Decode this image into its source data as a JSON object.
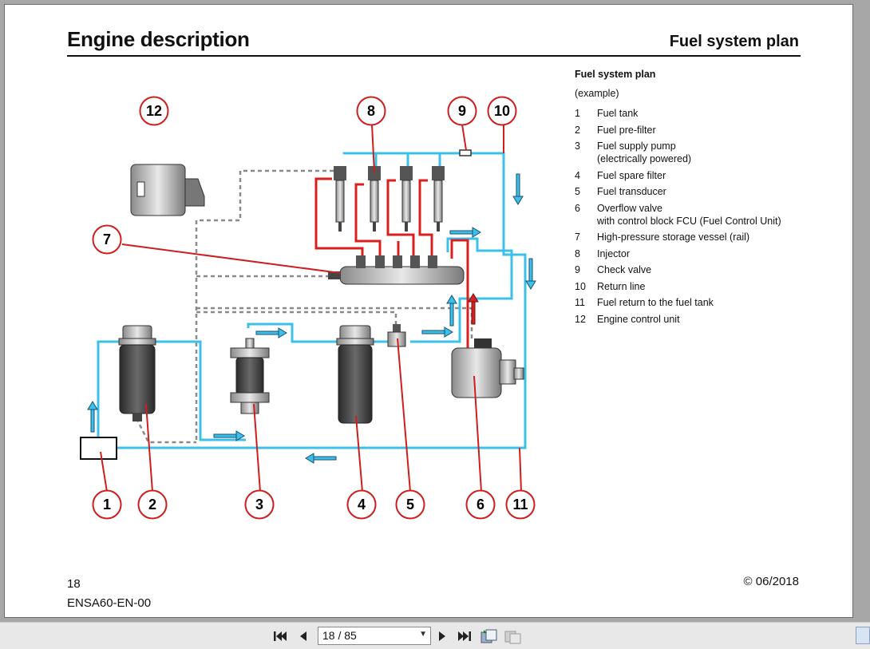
{
  "header": {
    "left_title": "Engine description",
    "right_title": "Fuel system plan"
  },
  "legend": {
    "title": "Fuel system plan",
    "subtitle": "(example)",
    "items": [
      {
        "num": "1",
        "text": "Fuel tank"
      },
      {
        "num": "2",
        "text": "Fuel pre-filter"
      },
      {
        "num": "3",
        "text": "Fuel supply pump\n(electrically powered)"
      },
      {
        "num": "4",
        "text": "Fuel spare filter"
      },
      {
        "num": "5",
        "text": "Fuel transducer"
      },
      {
        "num": "6",
        "text": "Overflow valve\nwith control block FCU (Fuel Control Unit)"
      },
      {
        "num": "7",
        "text": "High-pressure storage vessel (rail)"
      },
      {
        "num": "8",
        "text": "Injector"
      },
      {
        "num": "9",
        "text": "Check valve"
      },
      {
        "num": "10",
        "text": "Return line"
      },
      {
        "num": "11",
        "text": "Fuel return to the fuel tank"
      },
      {
        "num": "12",
        "text": "Engine control unit"
      }
    ]
  },
  "diagram": {
    "callouts": [
      "1",
      "2",
      "3",
      "4",
      "5",
      "6",
      "7",
      "8",
      "9",
      "10",
      "11",
      "12"
    ],
    "colors": {
      "return_line": "#3cc0ea",
      "high_pressure": "#d92020",
      "callout_ring": "#cc1f1f",
      "control_line": "#8a8a8a"
    }
  },
  "footer": {
    "page_number": "18",
    "doc_code": "ENSA60-EN-00",
    "copyright": "© 06/2018"
  },
  "toolbar": {
    "page_indicator": "18 / 85",
    "icons": [
      "first-page-icon",
      "prev-page-icon",
      "next-page-icon",
      "last-page-icon",
      "zoom-fit-icon",
      "zoom-alt-icon"
    ]
  }
}
